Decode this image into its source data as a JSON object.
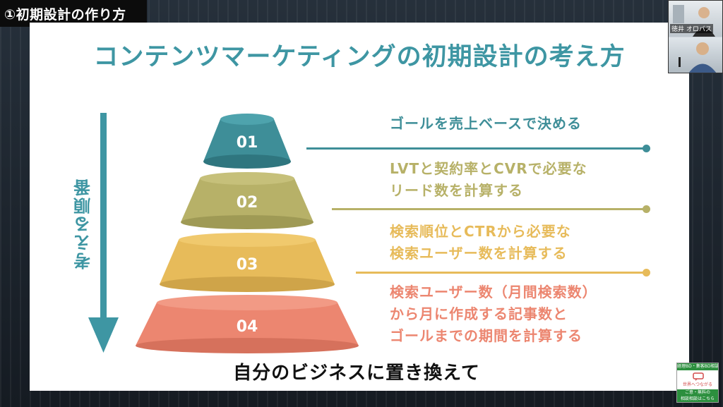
{
  "section_tag": "①初期設計の作り方",
  "slide": {
    "title": "コンテンツマーケティングの初期設計の考え方",
    "order_label": "考える順番",
    "steps": [
      {
        "number": "01",
        "color": "#3e8e98",
        "lines": [
          "ゴールを売上ベースで決める"
        ]
      },
      {
        "number": "02",
        "color": "#b7b168",
        "lines": [
          "LVTと契約率とCVRで必要な",
          "リード数を計算する"
        ]
      },
      {
        "number": "03",
        "color": "#e7bb5a",
        "lines": [
          "検索順位とCTRから必要な",
          "検索ユーザー数を計算する"
        ]
      },
      {
        "number": "04",
        "color": "#ec8670",
        "lines": [
          "検索ユーザー数（月間検索数）",
          "から月に作成する記事数と",
          "ゴールまでの期間を計算する"
        ]
      }
    ]
  },
  "webcam": {
    "participant_name": "徳井 オロバス"
  },
  "subtitle": "自分のビジネスに置き換えて",
  "promo": {
    "header": "経理BD・集客BD相談",
    "middle": "世界へつながる",
    "footer_line1": "ご意・無料の",
    "footer_line2": "相談相談はこちら"
  },
  "colors": {
    "teal": "#3e96a3",
    "olive": "#b7b168",
    "yellow": "#e7bb5a",
    "coral": "#ec8670"
  }
}
